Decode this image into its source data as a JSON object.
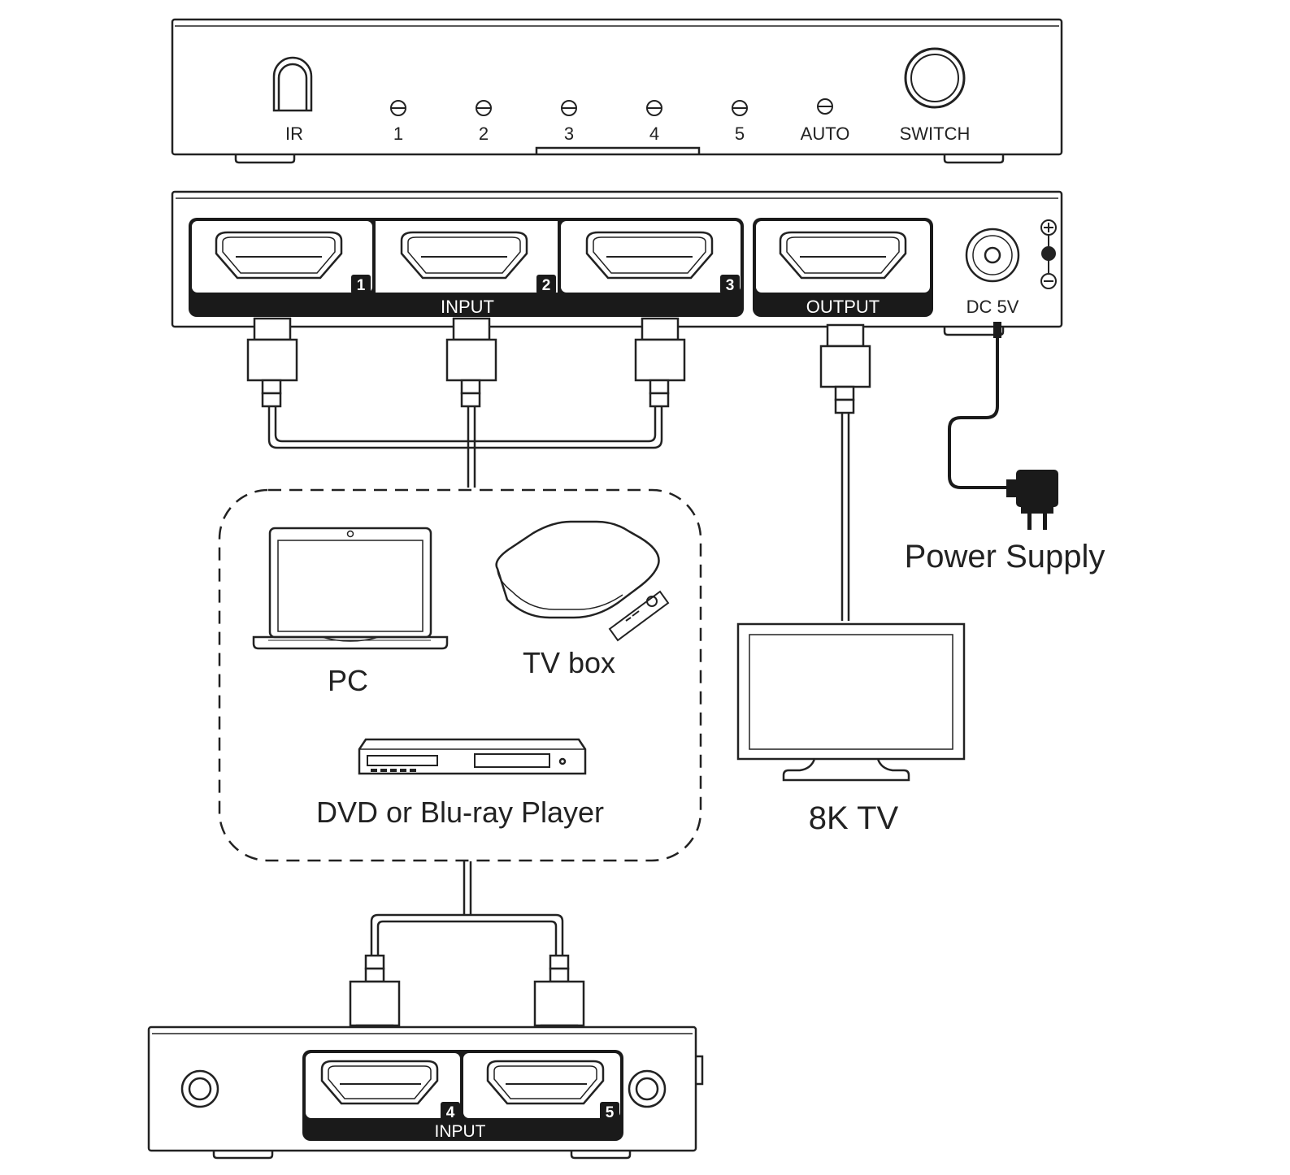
{
  "front_panel": {
    "ir_label": "IR",
    "led_labels": [
      "1",
      "2",
      "3",
      "4",
      "5",
      "AUTO"
    ],
    "switch_label": "SWITCH"
  },
  "rear_panel": {
    "port_numbers": [
      "1",
      "2",
      "3"
    ],
    "input_label": "INPUT",
    "output_label": "OUTPUT",
    "dc_label": "DC 5V"
  },
  "sources": {
    "pc_label": "PC",
    "tvbox_label": "TV box",
    "player_label": "DVD or Blu-ray Player"
  },
  "tv_label": "8K TV",
  "power_label": "Power Supply",
  "side_panel": {
    "port_numbers": [
      "4",
      "5"
    ],
    "input_label": "INPUT"
  },
  "colors": {
    "line": "#222222",
    "fill_dark": "#1a1a1a",
    "background": "#ffffff"
  }
}
